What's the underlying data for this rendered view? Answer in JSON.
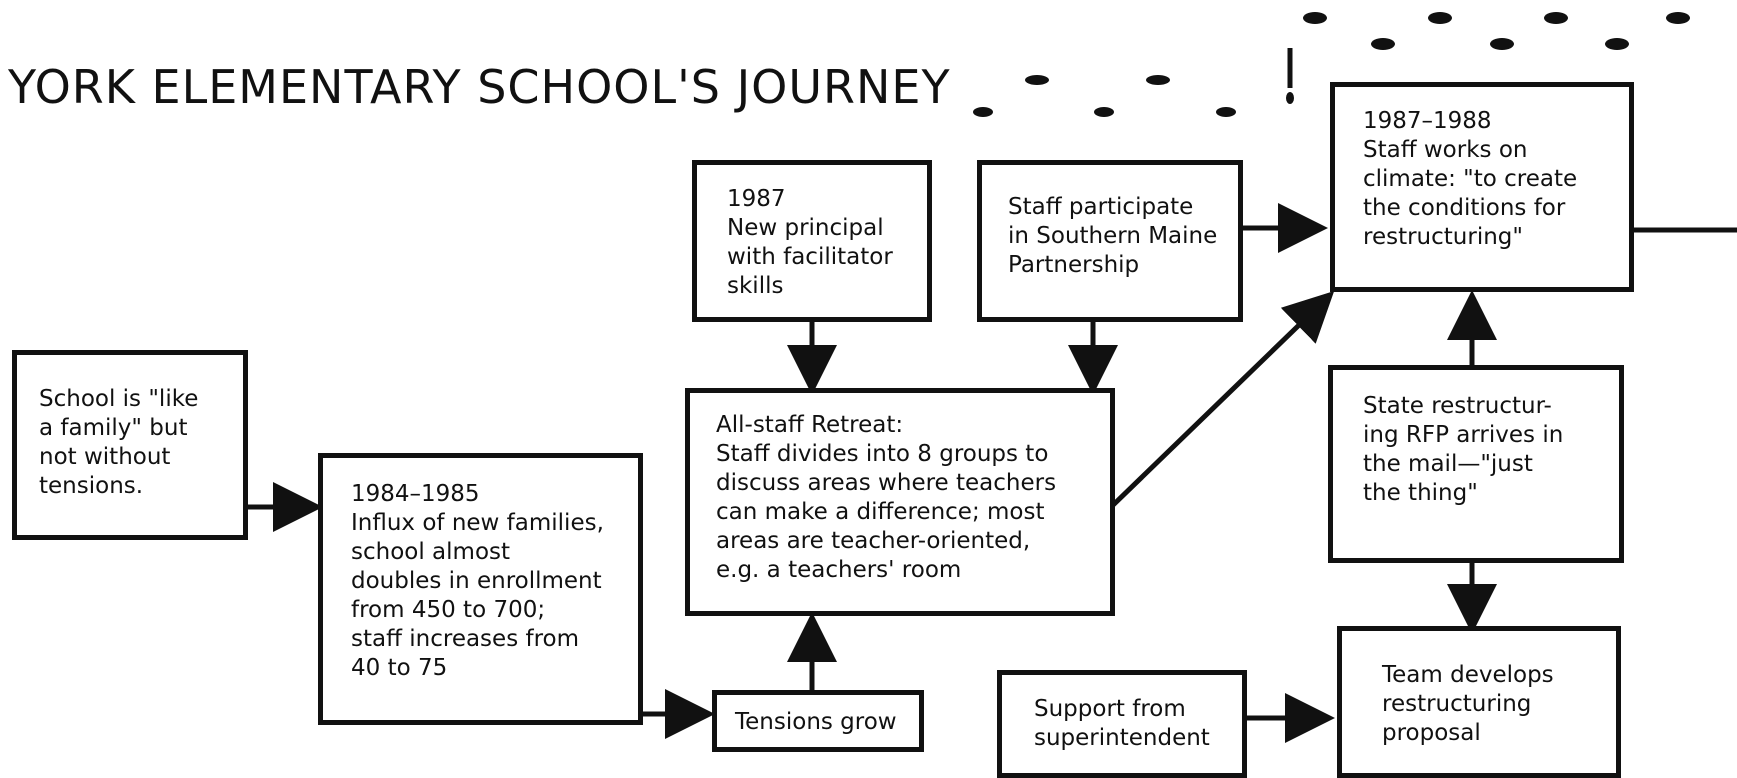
{
  "title": "YORK ELEMENTARY SCHOOL'S JOURNEY",
  "nodes": {
    "family": "School is \"like\na family\" but\nnot without\ntensions.",
    "influx_year": "1984–1985",
    "influx_body": "Influx of new families,\nschool almost\ndoubles in enrollment\nfrom 450 to 700;\nstaff increases from\n40 to 75",
    "tensions": "Tensions grow",
    "principal_year": "1987",
    "principal_body": "New principal\nwith facilitator\nskills",
    "retreat_head": "All-staff Retreat:",
    "retreat_body": "Staff divides into 8 groups to\ndiscuss areas where teachers\ncan make a difference; most\nareas are teacher-oriented,\ne.g. a teachers' room",
    "partnership": "Staff participate\nin Southern Maine\nPartnership",
    "climate_year": "1987–1988",
    "climate_body": "Staff works on\nclimate: \"to create\nthe conditions for\nrestructuring\"",
    "rfp": "State restructur-\ning RFP arrives in\nthe mail—\"just\nthe thing\"",
    "superintendent": "Support from\nsuperintendent",
    "proposal": "Team develops\nrestructuring\nproposal"
  }
}
